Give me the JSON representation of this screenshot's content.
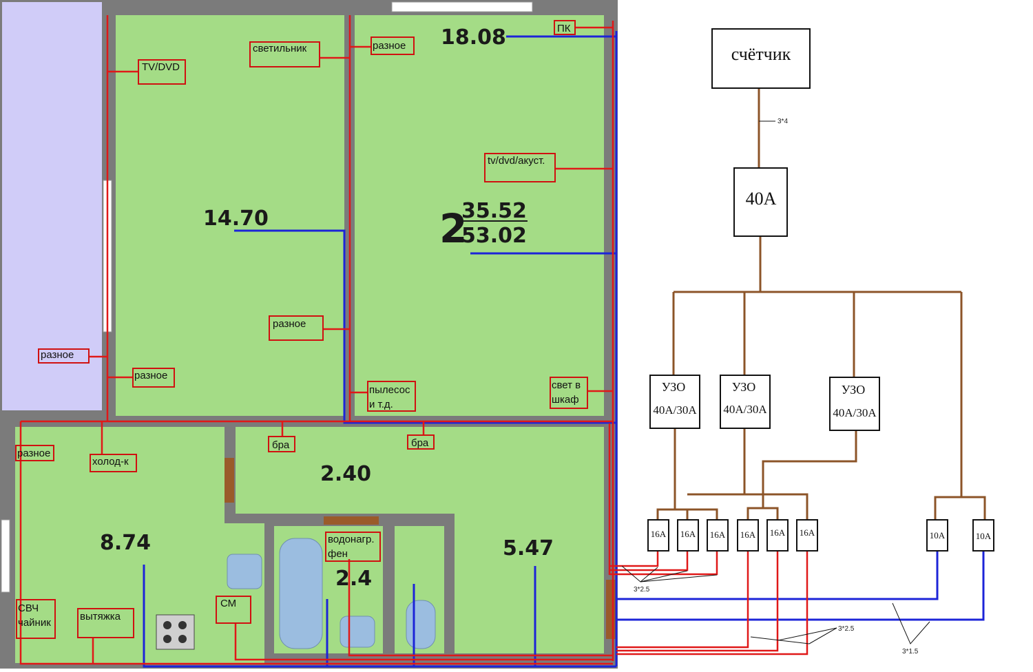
{
  "plan": {
    "areas": {
      "room_big": "14.70",
      "room_small_top": "18.08",
      "flat_prefix": "2",
      "flat_living": "35.52",
      "flat_total": "53.02",
      "kitchen": "8.74",
      "corridor": "2.40",
      "bath": "2.4",
      "hall": "5.47"
    },
    "labels": {
      "tv_dvd": "TV/DVD",
      "svetilnik": "светильник",
      "raznoe_room2": "разное",
      "pk": "ПК",
      "tv_dvd_akust": "tv/dvd/акуст.",
      "raznoe_mid": "разное",
      "raznoe_left": "разное",
      "raznoe_room1": "разное",
      "pylesos_1": "пылесос",
      "pylesos_2": "и т.д.",
      "svet_1": "свет в",
      "svet_2": "шкаф",
      "raznoe_kitchen": "разное",
      "holod": "холод-к",
      "bra_1": "бра",
      "bra_2": "бра",
      "svch_1": "СВЧ",
      "svch_2": "чайник",
      "vytyazhka": "вытяжка",
      "cm": "СМ",
      "vodonagr_1": "водонагр.",
      "vodonagr_2": "фен"
    }
  },
  "scheme": {
    "meter": "счётчик",
    "main_breaker": "40А",
    "cable_main": "3*4",
    "rcds": [
      {
        "title": "УЗО",
        "rating": "40А/30А"
      },
      {
        "title": "УЗО",
        "rating": "40А/30А"
      },
      {
        "title": "УЗО",
        "rating": "40А/30А"
      }
    ],
    "breakers_16": [
      "16А",
      "16А",
      "16А",
      "16А",
      "16А",
      "16А"
    ],
    "breakers_10": [
      "10А",
      "10А"
    ],
    "cable_25_a": "3*2.5",
    "cable_25_b": "3*2.5",
    "cable_15": "3*1.5"
  },
  "colors": {
    "floor": "#a4dc86",
    "wall": "#7b7b7b",
    "balcony": "#d0ccf8",
    "socket_line": "#e01818",
    "light_line": "#1c24d8",
    "feed_line": "#8c5428",
    "fixture": "#9bbde0"
  }
}
